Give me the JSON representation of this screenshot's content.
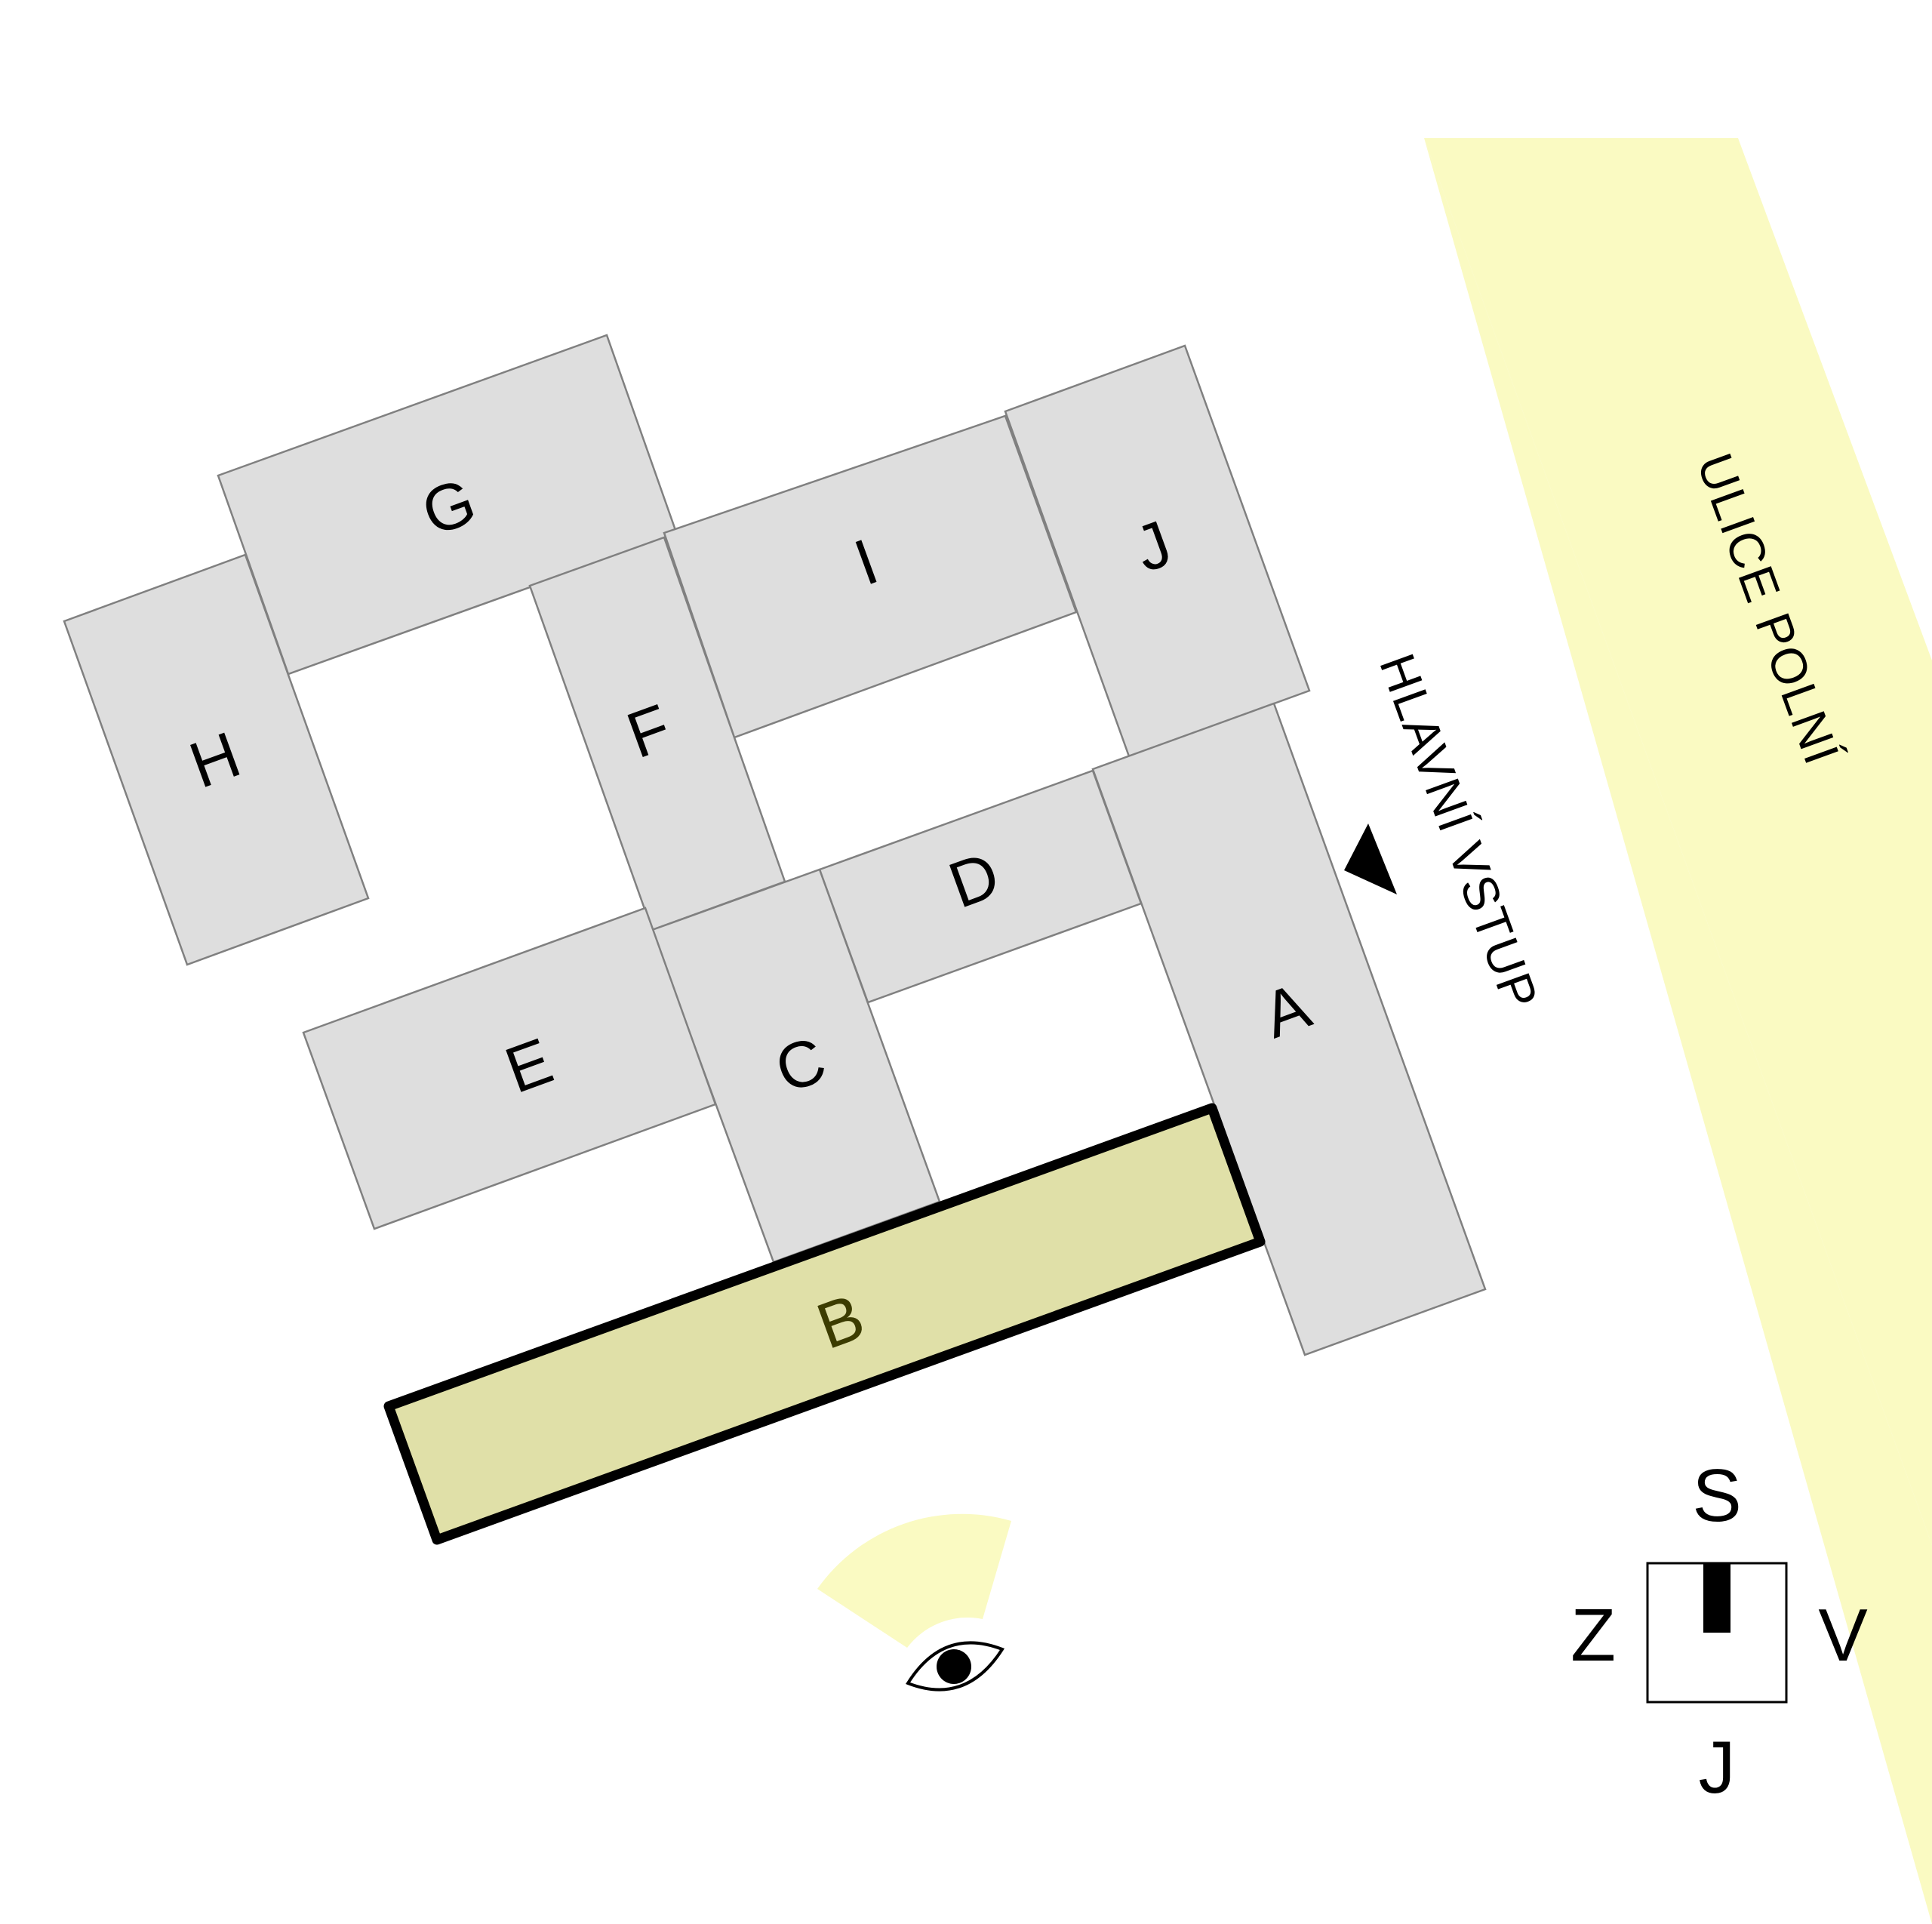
{
  "colors": {
    "background": "#ffffff",
    "building_fill": "#dedede",
    "building_stroke": "#808080",
    "highlight_fill": "#e0e0a8",
    "highlight_stroke": "#000000",
    "highlight_label": "#3c3c00",
    "street_fill": "#fafac2",
    "view_cone_fill": "#fafac2"
  },
  "street": {
    "name": "ULICE POLNÍ"
  },
  "entrance": {
    "label": "HLAVNÍ VSTUP",
    "icon": "triangle-arrow-icon"
  },
  "buildings": {
    "A": "A",
    "B": "B",
    "C": "C",
    "D": "D",
    "E": "E",
    "F": "F",
    "G": "G",
    "H": "H",
    "I": "I",
    "J": "J"
  },
  "highlighted_building": "B",
  "viewpoint": {
    "icon": "eye-icon"
  },
  "compass": {
    "north": "S",
    "south": "J",
    "east": "V",
    "west": "Z",
    "icon": "compass-needle-icon"
  }
}
